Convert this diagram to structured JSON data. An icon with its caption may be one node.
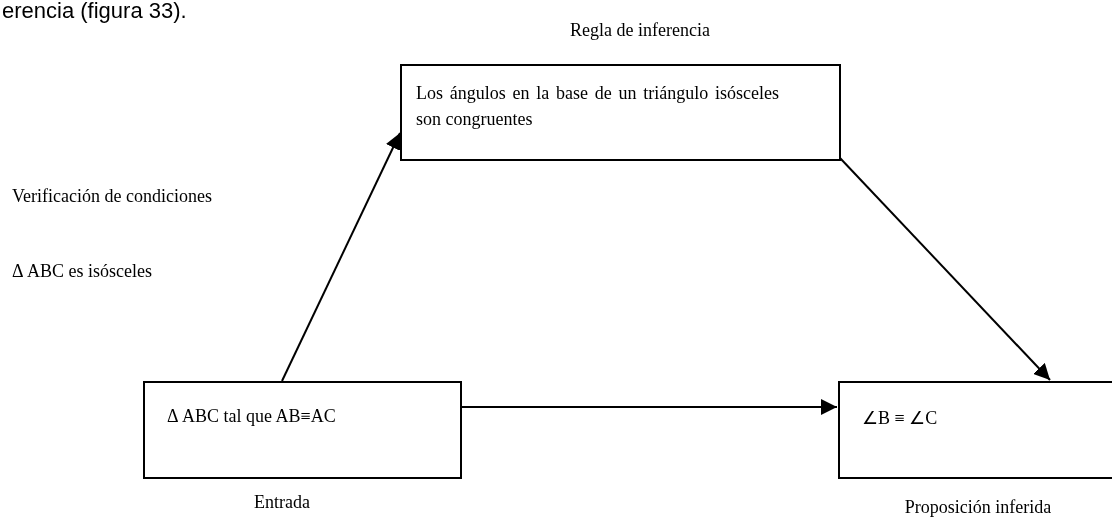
{
  "diagram": {
    "nodes": [
      {
        "text": [
          "Regla de inferencia",
          "Los ángulos en la base de un triángulo isósceles son congruentes"
        ]
      },
      {
        "text": [
          "Δ ABC tal que AB≡AC",
          "Entrada"
        ]
      },
      {
        "text": [
          "∠B ≡ ∠C",
          "Proposición inferida"
        ]
      }
    ],
    "edges": [
      {
        "from": 1,
        "to": 0,
        "arrow": "to"
      },
      {
        "from": 0,
        "to": 2,
        "arrow": "to"
      },
      {
        "from": 1,
        "to": 2,
        "arrow": "to"
      }
    ],
    "labels": [
      "erencia (figura 33).",
      "Verificación de condiciones",
      "Δ ABC es isósceles"
    ]
  }
}
